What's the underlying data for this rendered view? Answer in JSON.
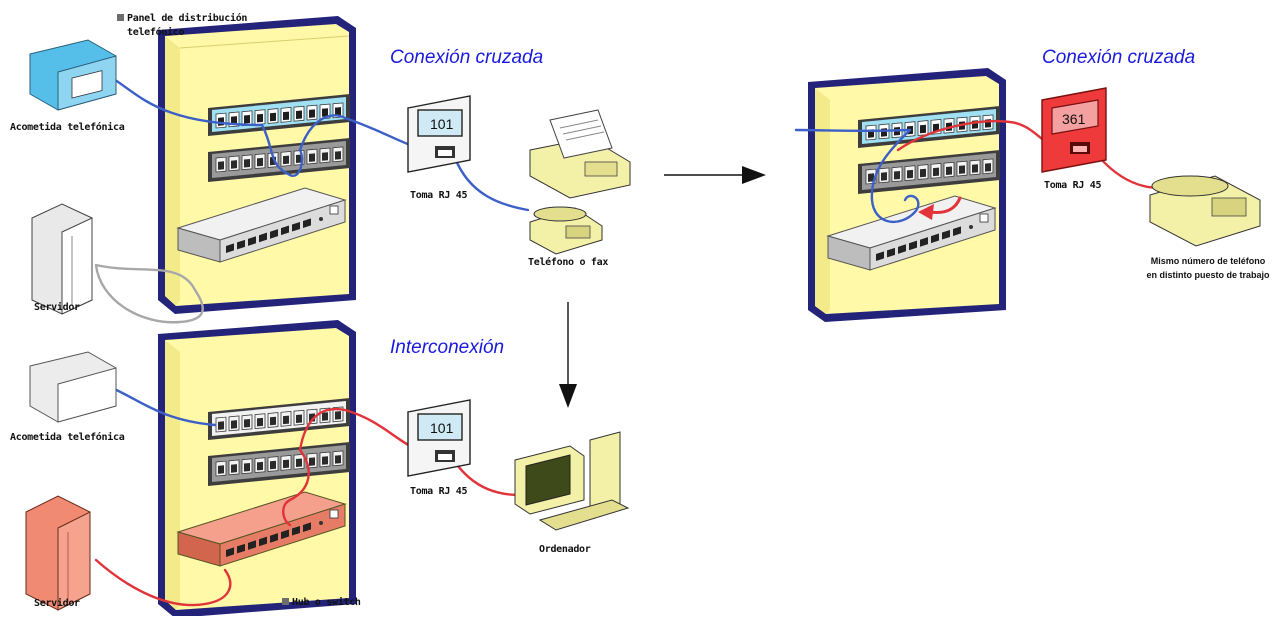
{
  "titles": {
    "cross_connection_top": "Conexión cruzada",
    "cross_connection_right": "Conexión cruzada",
    "interconnection": "Interconexión"
  },
  "labels": {
    "patch_panel_line1": "Panel de distribución",
    "patch_panel_line2": "telefónico",
    "telephone_entry_top": "Acometida telefónica",
    "telephone_entry_bottom": "Acometida telefónica",
    "server_top": "Servidor",
    "server_bottom": "Servidor",
    "rj45_outlet_top": "Toma RJ 45",
    "rj45_outlet_bottom": "Toma RJ 45",
    "rj45_outlet_right": "Toma RJ 45",
    "phone_or_fax": "Teléfono o fax",
    "computer": "Ordenador",
    "hub_or_switch": "Hub o switch",
    "same_number_line1": "Mismo número de teléfono",
    "same_number_line2": "en distinto puesto de trabajo"
  },
  "outlet_numbers": {
    "top": "101",
    "bottom": "101",
    "right": "361"
  },
  "colors": {
    "title_blue": "#1a1adc",
    "cabinet_fill": "#fff9a8",
    "cabinet_frame": "#23237a",
    "panel_blue": "#9fe0f2",
    "panel_gray": "#9a9a9a",
    "cable_blue": "#3c5fc8",
    "cable_red": "#e0333a",
    "cable_gray": "#a8a8a8",
    "server_orange": "#f08a72",
    "outlet_red": "#ee3a3a"
  }
}
